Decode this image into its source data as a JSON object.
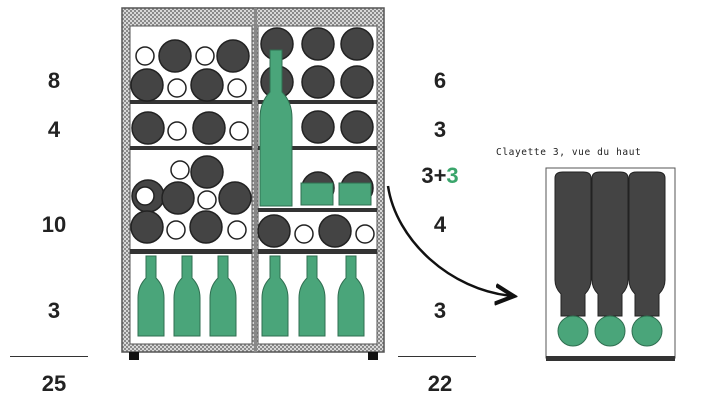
{
  "left_column": {
    "counts": [
      "8",
      "4",
      "10",
      "3"
    ],
    "total": "25"
  },
  "right_column": {
    "counts": [
      "6",
      "3",
      "",
      "4",
      "3"
    ],
    "shelf3_base": "3+",
    "shelf3_added": "3",
    "total": "22"
  },
  "detail": {
    "caption": "Clayette 3, vue du haut"
  },
  "colors": {
    "bottle_dark": "#444444",
    "bottle_green": "#4aa57a",
    "accent_green": "#3aa56b",
    "frame_hatch": "#9a9a9a"
  }
}
